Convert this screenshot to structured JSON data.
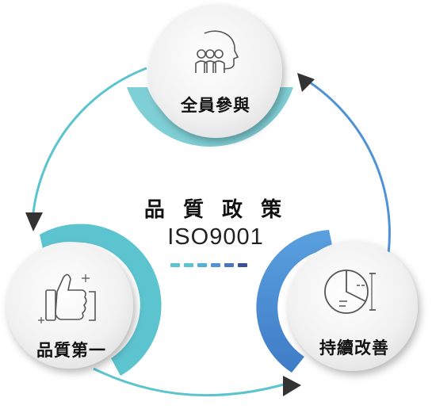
{
  "center": {
    "title": "品 質 政 策",
    "subtitle": "ISO9001"
  },
  "nodes": [
    {
      "label": "全員參與",
      "icon": "team-head-icon"
    },
    {
      "label": "品質第一",
      "icon": "thumbs-up-icon"
    },
    {
      "label": "持續改善",
      "icon": "pie-chart-icon"
    }
  ],
  "colors": {
    "teal": "#5cc4cf",
    "teal_dark": "#3fb1bd",
    "blue": "#4f93d6",
    "blue_dark": "#3a6fb8",
    "navy": "#3b4f94",
    "arrow": "#333333",
    "circle_fill": "#efefef"
  },
  "dash_colors": [
    "#5cc4cf",
    "#5cc4cf",
    "#4fb1d6",
    "#4f93d6",
    "#4a74c2",
    "#3b4f94"
  ]
}
